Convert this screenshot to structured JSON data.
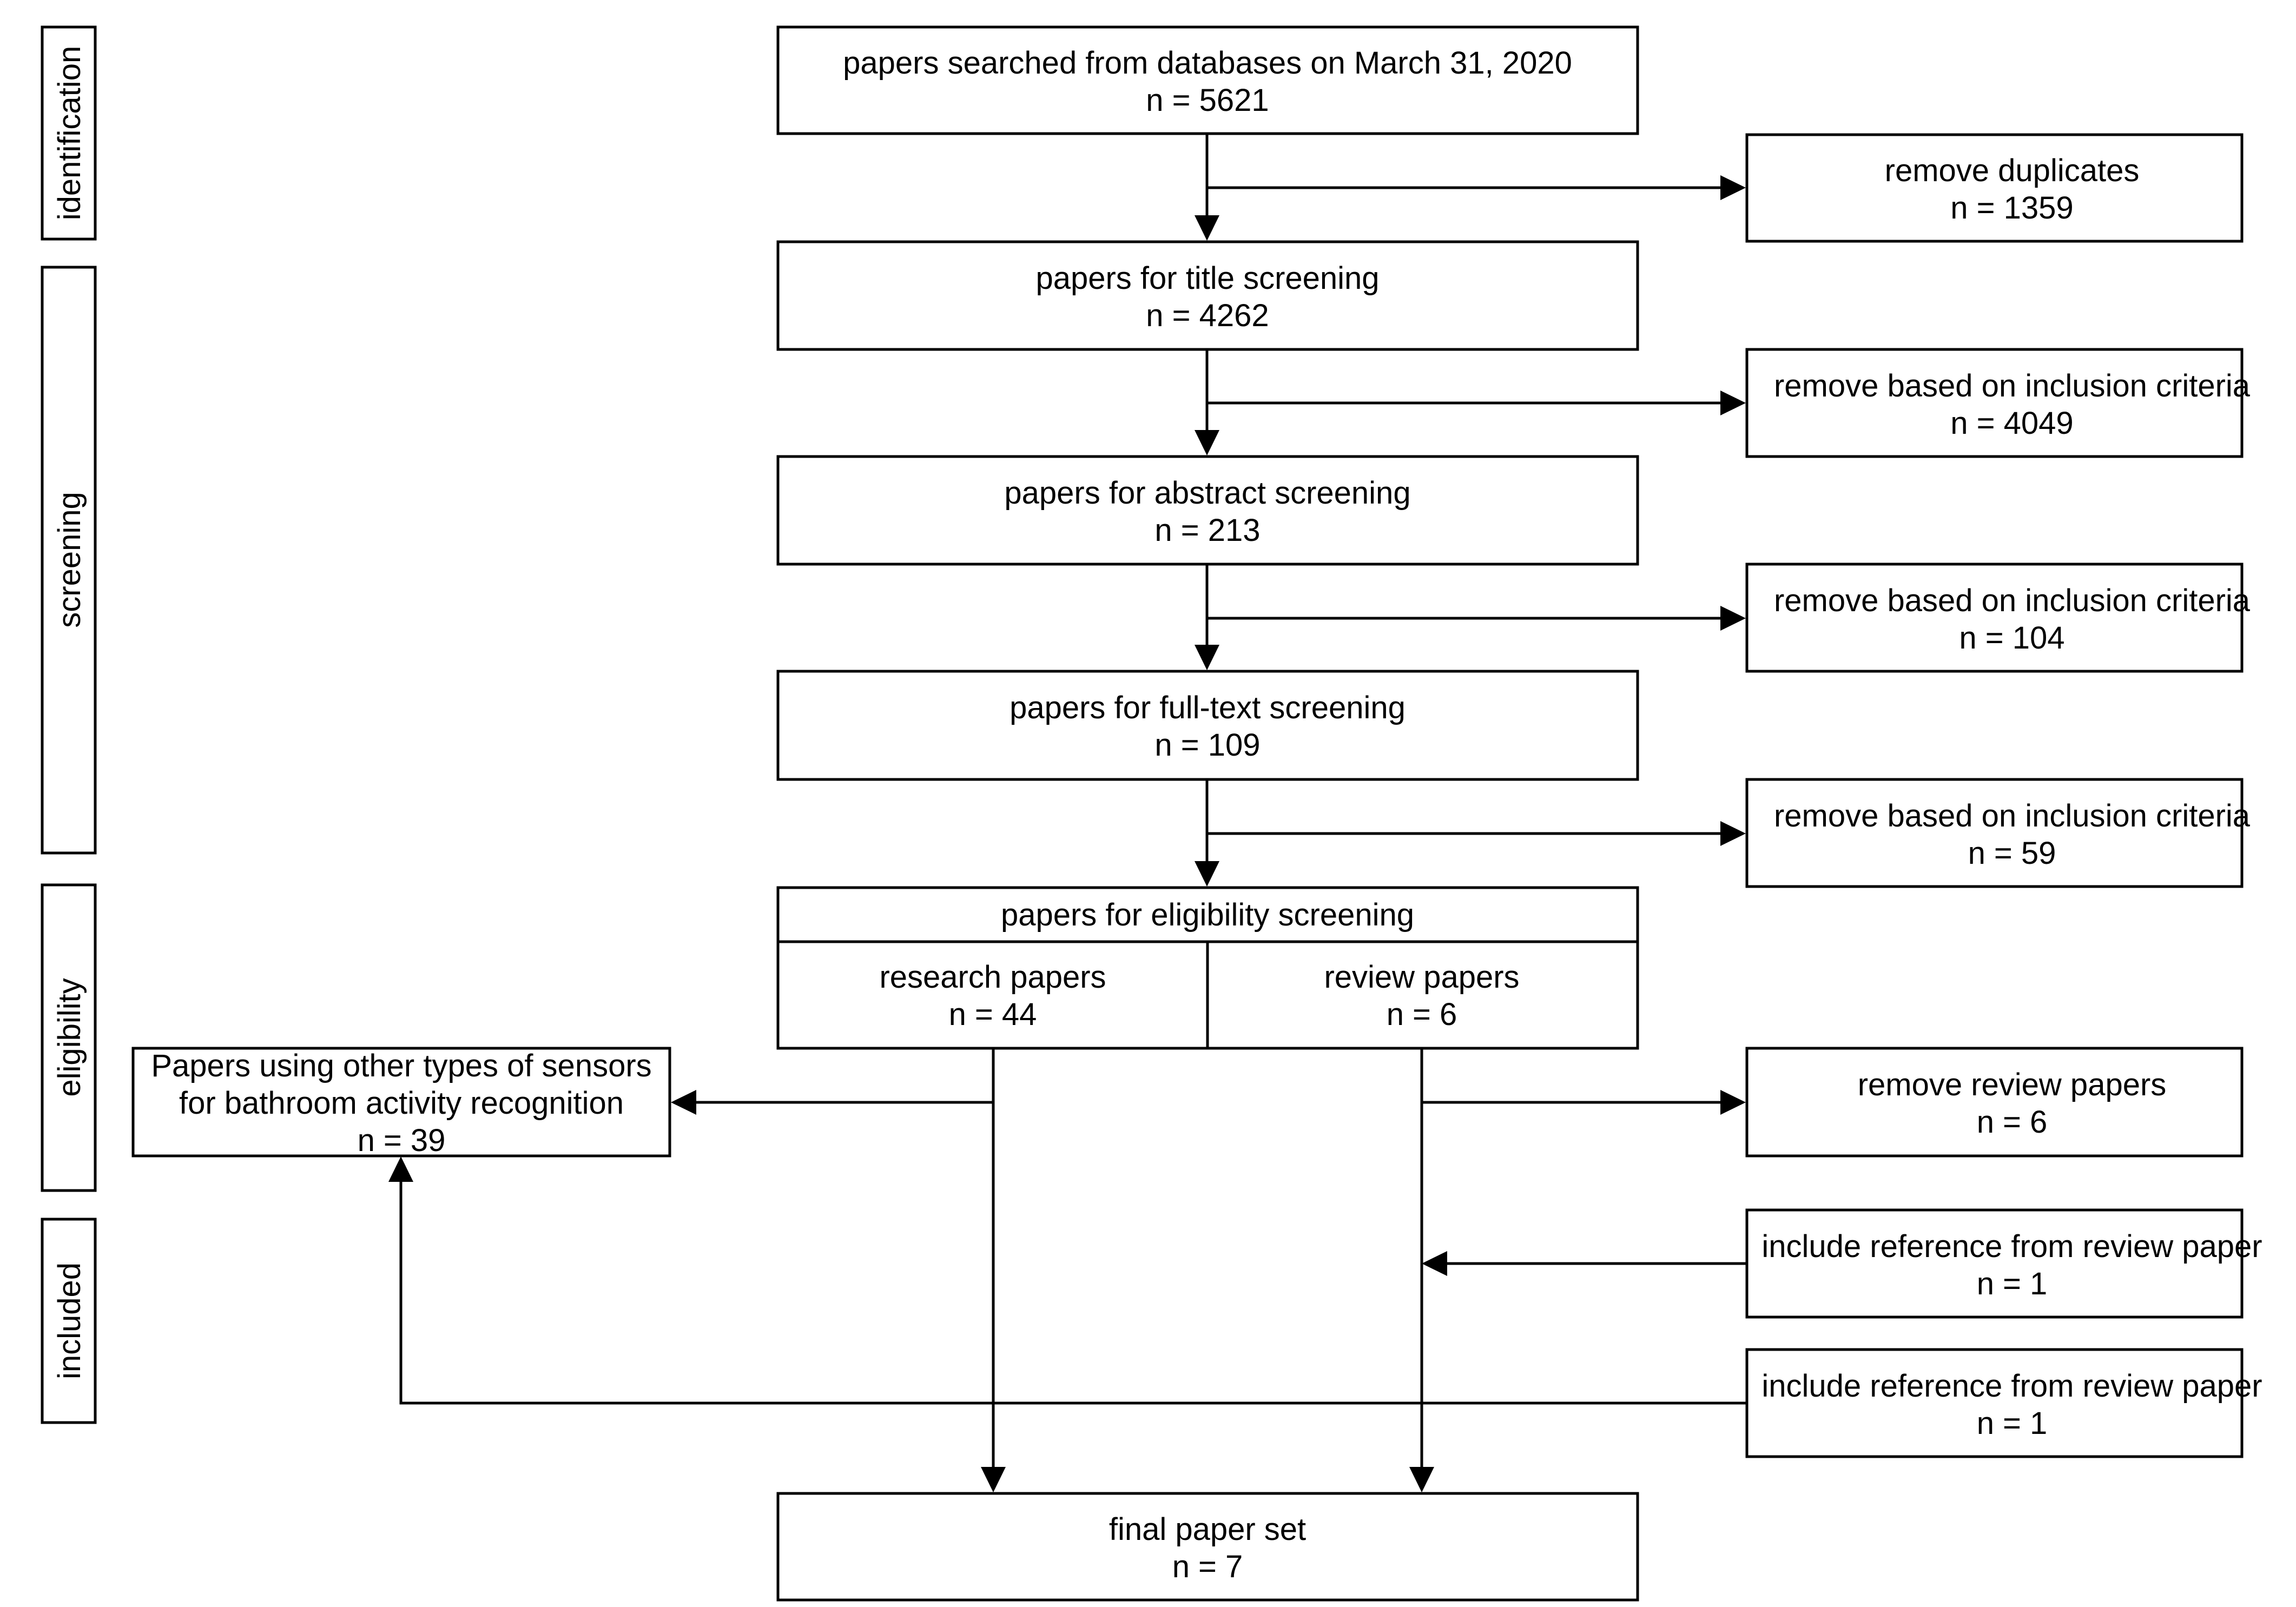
{
  "stages": [
    "identification",
    "screening",
    "eligibility",
    "included"
  ],
  "nodes": {
    "search": {
      "line1": "papers searched from databases on March 31, 2020",
      "line2": "n = 5621"
    },
    "dup": {
      "line1": "remove duplicates",
      "line2": "n = 1359"
    },
    "title": {
      "line1": "papers for title screening",
      "line2": "n = 4262"
    },
    "rm_title": {
      "line1": "remove based on inclusion criteria",
      "line2": "n = 4049"
    },
    "abstract": {
      "line1": "papers for abstract screening",
      "line2": "n = 213"
    },
    "rm_abstract": {
      "line1": "remove based on inclusion criteria",
      "line2": "n = 104"
    },
    "fulltext": {
      "line1": "papers for full-text screening",
      "line2": "n = 109"
    },
    "rm_fulltext": {
      "line1": "remove based on inclusion criteria",
      "line2": "n = 59"
    },
    "eligibility": {
      "header": "papers for eligibility screening"
    },
    "research": {
      "line1": "research papers",
      "line2": "n = 44"
    },
    "review": {
      "line1": "review papers",
      "line2": "n = 6"
    },
    "other": {
      "line1": "Papers using other types of sensors",
      "line2": "for bathroom activity recognition",
      "line3": "n = 39"
    },
    "rm_review": {
      "line1": "remove review papers",
      "line2": "n = 6"
    },
    "incl_ref1": {
      "line1": "include reference from review paper",
      "line2": "n = 1"
    },
    "incl_ref2": {
      "line1": "include reference from review paper",
      "line2": "n = 1"
    },
    "final": {
      "line1": "final paper set",
      "line2": "n = 7"
    }
  }
}
